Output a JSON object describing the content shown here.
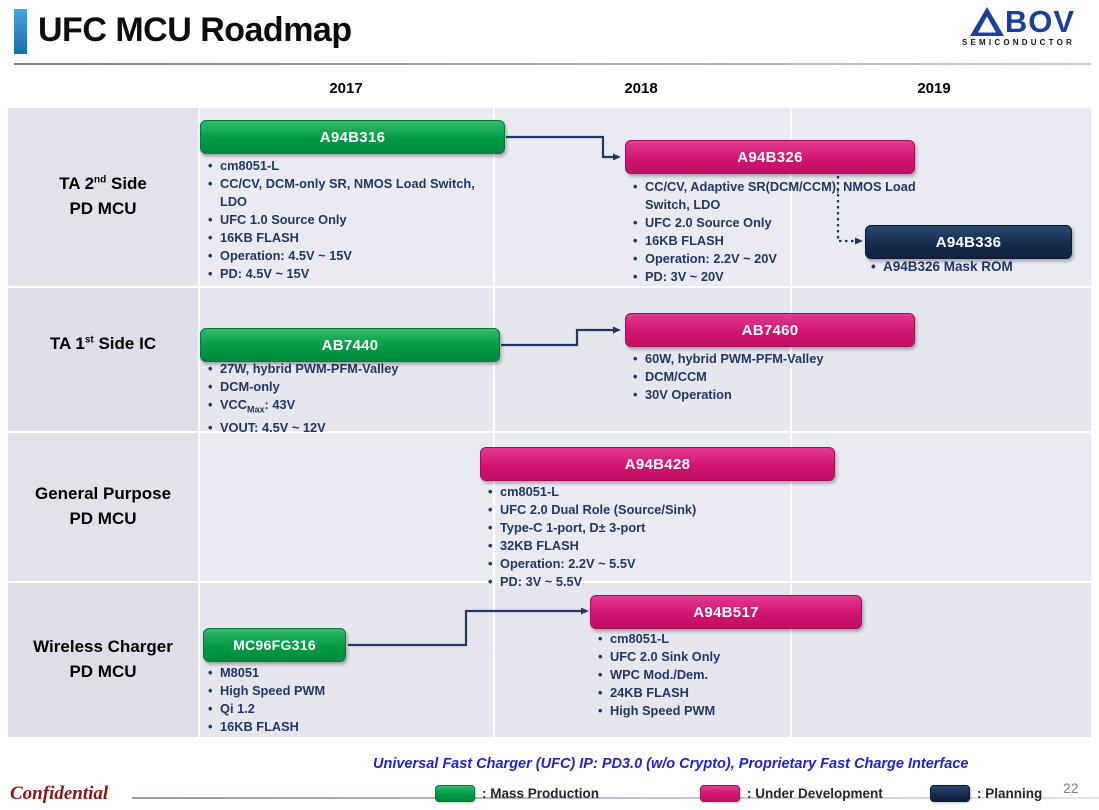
{
  "header": {
    "title": "UFC MCU Roadmap",
    "logo": {
      "brand": "ABOV",
      "brand_rest": "BOV",
      "subtext": "SEMICONDUCTOR"
    }
  },
  "timeline": {
    "years": [
      "2017",
      "2018",
      "2019"
    ]
  },
  "rows": [
    {
      "label": {
        "pre": "TA 2",
        "sup": "nd",
        "post": " Side",
        "line2": "PD MCU"
      }
    },
    {
      "label": {
        "pre": "TA 1",
        "sup": "st",
        "post": " Side IC",
        "line2": ""
      }
    },
    {
      "label": {
        "pre": "General Purpose",
        "sup": "",
        "post": "",
        "line2": "PD MCU"
      }
    },
    {
      "label": {
        "pre": "Wireless Charger",
        "sup": "",
        "post": "",
        "line2": "PD MCU"
      }
    }
  ],
  "boxes": {
    "a94b316": {
      "label": "A94B316",
      "status": "mass-production",
      "bullets": [
        "cm8051-L",
        "CC/CV, DCM-only SR, NMOS Load Switch, LDO",
        "UFC 1.0 Source Only",
        "16KB FLASH",
        "Operation: 4.5V ~ 15V",
        "PD: 4.5V ~ 15V"
      ]
    },
    "a94b326": {
      "label": "A94B326",
      "status": "under-development",
      "bullets": [
        "CC/CV, Adaptive SR(DCM/CCM), NMOS Load Switch, LDO",
        "UFC 2.0 Source Only",
        "16KB FLASH",
        "Operation: 2.2V ~ 20V",
        "PD: 3V ~ 20V"
      ]
    },
    "a94b336": {
      "label": "A94B336",
      "status": "planning",
      "bullets": [
        "A94B326 Mask ROM"
      ]
    },
    "ab7440": {
      "label": "AB7440",
      "status": "mass-production",
      "bullets": [
        "27W, hybrid PWM-PFM-Valley",
        "DCM-only",
        {
          "pre": "VCC",
          "sub": "Max",
          "post": ": 43V"
        },
        "VOUT: 4.5V ~ 12V"
      ]
    },
    "ab7460": {
      "label": "AB7460",
      "status": "under-development",
      "bullets": [
        "60W, hybrid PWM-PFM-Valley",
        "DCM/CCM",
        "30V Operation"
      ]
    },
    "a94b428": {
      "label": "A94B428",
      "status": "under-development",
      "bullets": [
        "cm8051-L",
        "UFC 2.0 Dual Role (Source/Sink)",
        "Type-C 1-port, D± 3-port",
        "32KB FLASH",
        "Operation: 2.2V ~ 5.5V",
        "PD: 3V ~ 5.5V"
      ]
    },
    "mc96fg316": {
      "label": "MC96FG316",
      "status": "mass-production",
      "bullets": [
        "M8051",
        "High Speed PWM",
        "Qi 1.2",
        "16KB FLASH"
      ]
    },
    "a94b517": {
      "label": "A94B517",
      "status": "under-development",
      "bullets": [
        "cm8051-L",
        "UFC 2.0 Sink Only",
        "WPC Mod./Dem.",
        "24KB FLASH",
        "High Speed PWM"
      ]
    }
  },
  "footer": {
    "note": "Universal Fast Charger (UFC) IP: PD3.0 (w/o Crypto), Proprietary Fast Charge Interface",
    "legend": [
      {
        "label": ": Mass Production",
        "color": "#009a44"
      },
      {
        "label": ": Under Development",
        "color": "#d1146f"
      },
      {
        "label": ": Planning",
        "color": "#14294a"
      }
    ],
    "confidential": "Confidential",
    "page_number": "22"
  },
  "colors": {
    "mass_production": "#009a44",
    "under_development": "#d1146f",
    "planning": "#14294a",
    "bullet_text": "#1f3864",
    "accent_bar": "#2585c7",
    "note_blue": "#2323c0",
    "confidential_red": "#8e1414",
    "logo_blue": "#1d3e9b"
  }
}
